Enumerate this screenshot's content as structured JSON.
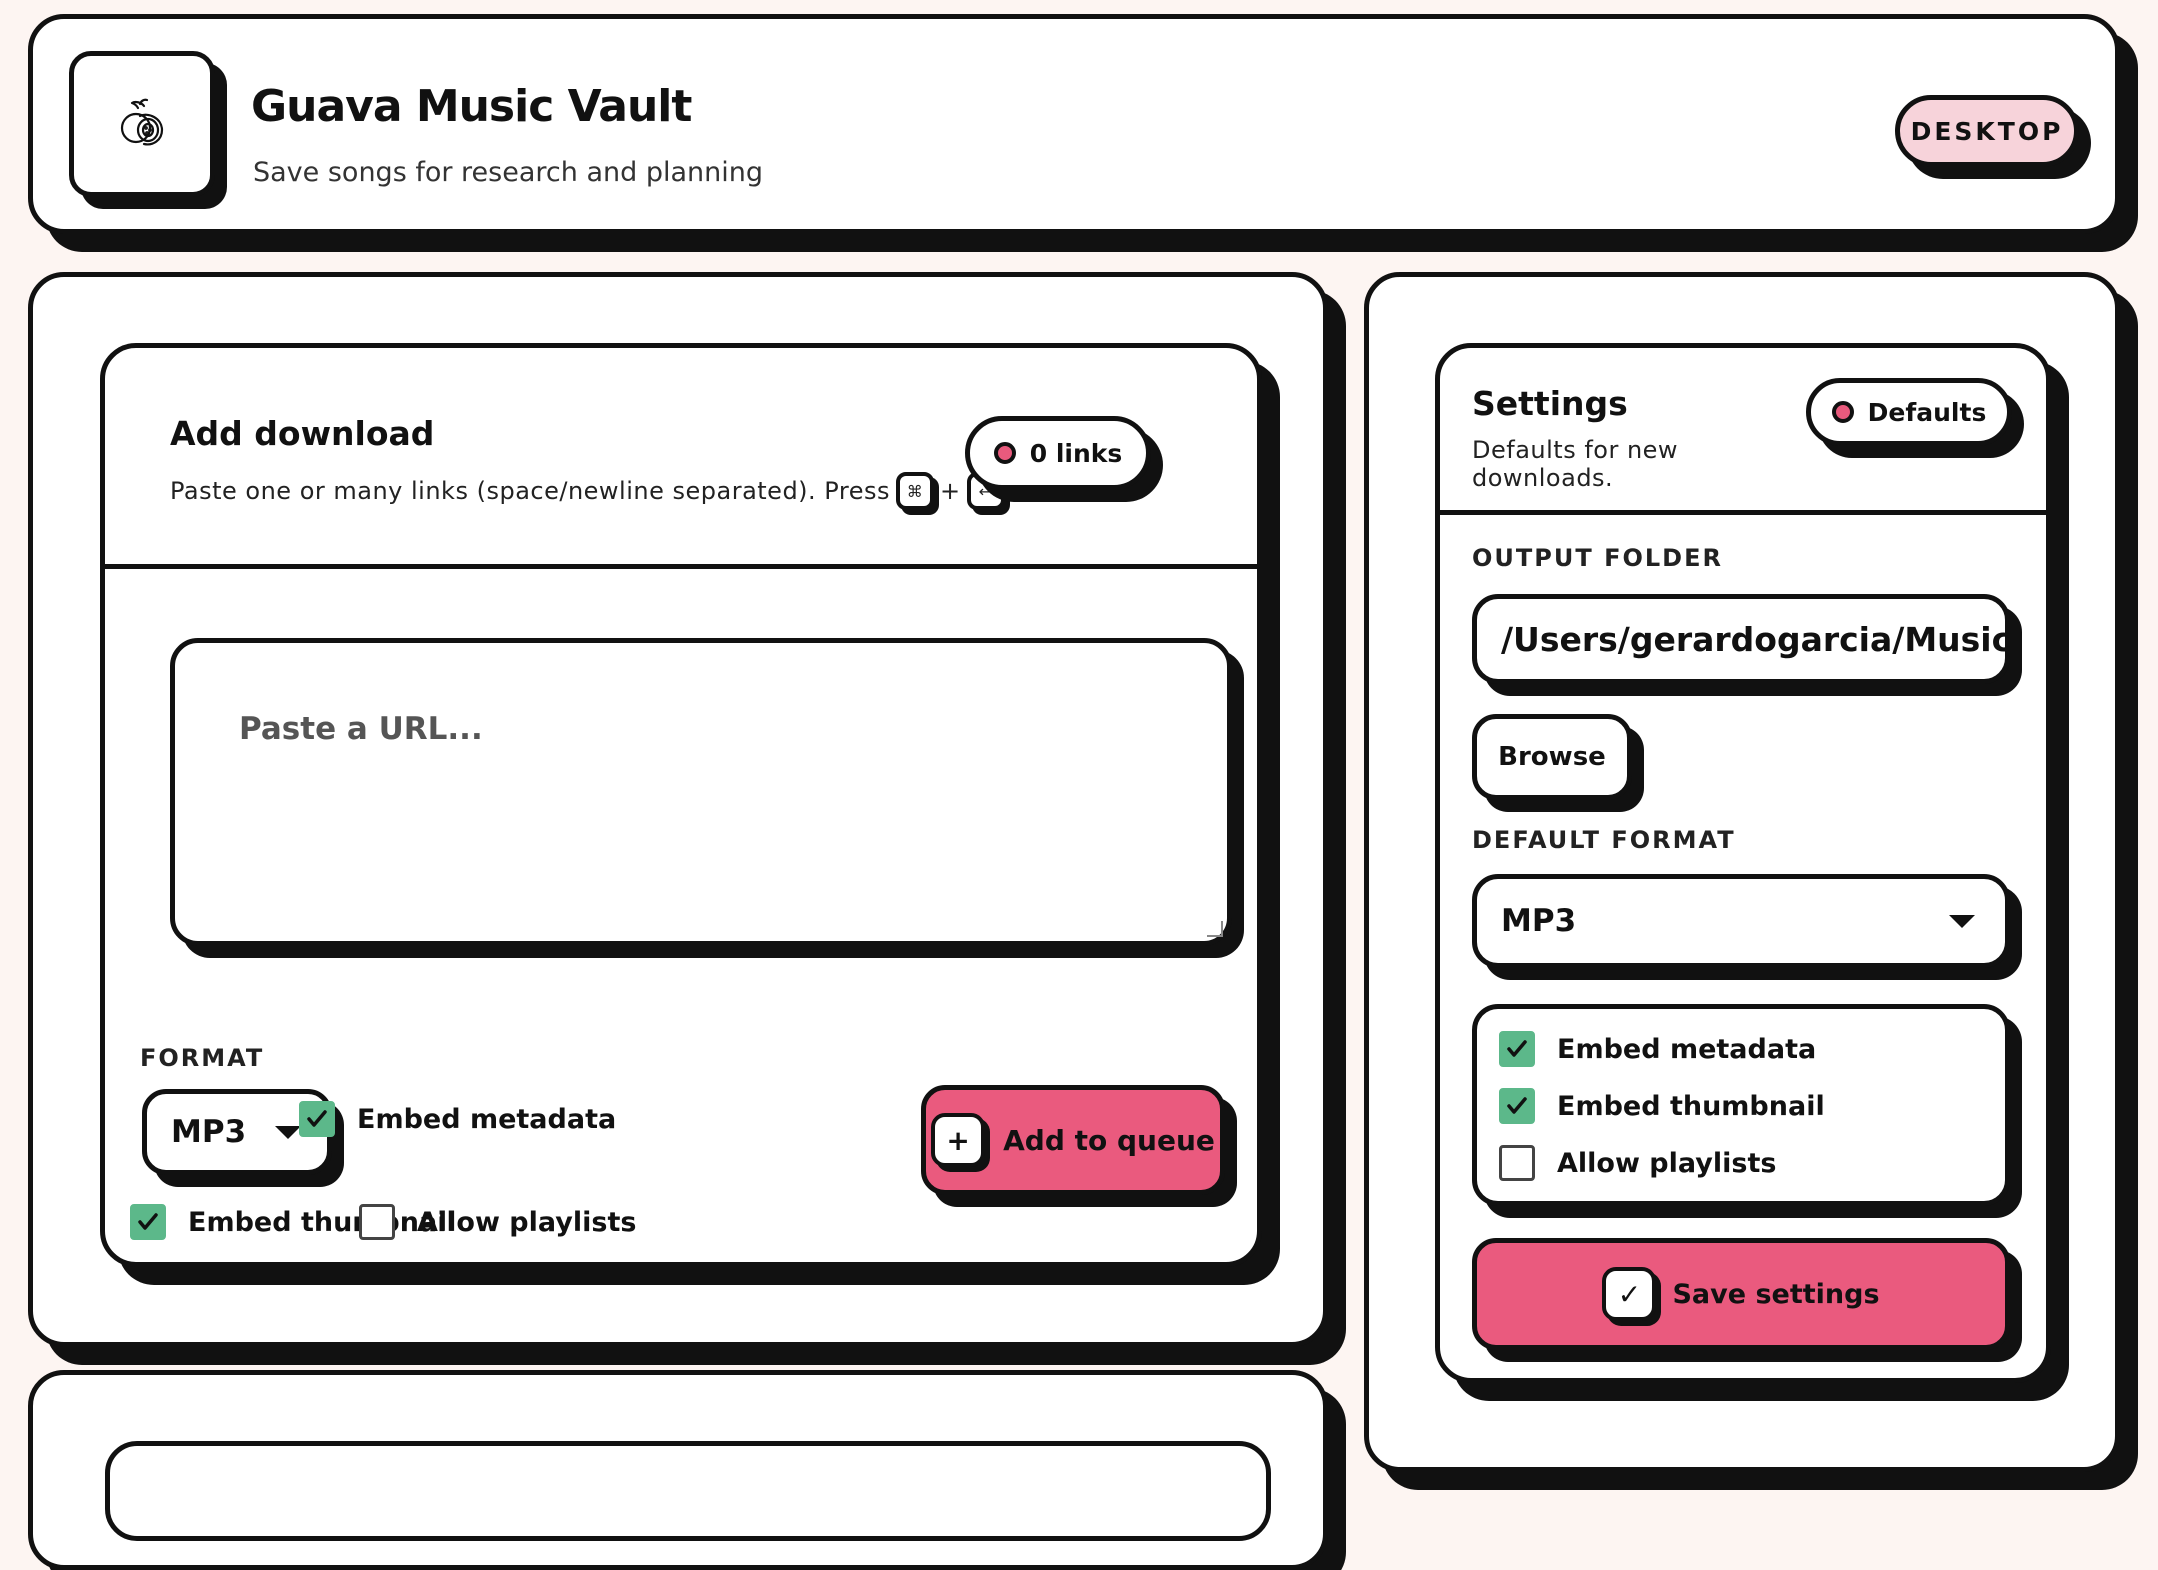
{
  "app": {
    "title": "Guava Music Vault",
    "subtitle": "Save songs for research and planning",
    "mode_badge": "DESKTOP",
    "logo_icon": "guava-icon"
  },
  "add_download": {
    "title": "Add download",
    "hint": "Paste one or many links (space/newline separated). Press",
    "shortcut_keys": [
      "⌘",
      "↩"
    ],
    "shortcut_joiner": "+",
    "hint_end": ".",
    "links_badge": "0 links",
    "url_placeholder": "Paste a URL...",
    "format_label": "FORMAT",
    "format_value": "MP3",
    "options": {
      "embed_metadata": {
        "label": "Embed metadata",
        "checked": true
      },
      "embed_thumbnail": {
        "label": "Embed thumbnail",
        "checked": true
      },
      "allow_playlists": {
        "label": "Allow playlists",
        "checked": false
      }
    },
    "add_button": "Add to queue",
    "add_button_icon": "+"
  },
  "settings": {
    "title": "Settings",
    "subtitle": "Defaults for new downloads.",
    "defaults_badge": "Defaults",
    "output_folder_label": "OUTPUT FOLDER",
    "output_folder_value": "/Users/gerardogarcia/Music",
    "browse_button": "Browse",
    "default_format_label": "DEFAULT FORMAT",
    "default_format_value": "MP3",
    "options": {
      "embed_metadata": {
        "label": "Embed metadata",
        "checked": true
      },
      "embed_thumbnail": {
        "label": "Embed thumbnail",
        "checked": true
      },
      "allow_playlists": {
        "label": "Allow playlists",
        "checked": false
      }
    },
    "save_button": "Save settings",
    "save_button_icon": "✓"
  },
  "colors": {
    "accent_pink": "#ea5a7e",
    "badge_pink": "#f7d3da",
    "check_green": "#5cb88a",
    "background": "#fdf5f2",
    "ink": "#111111"
  }
}
